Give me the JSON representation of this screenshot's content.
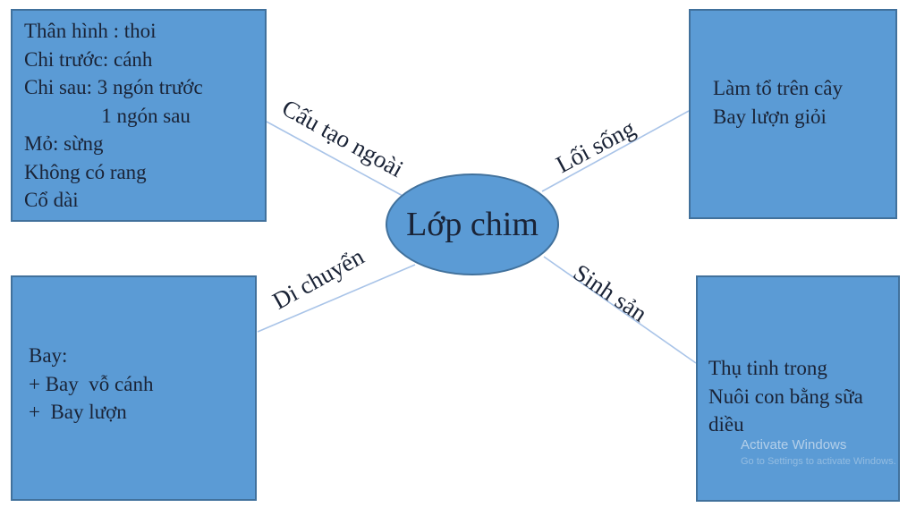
{
  "diagram": {
    "center_label": "Lớp chim",
    "boxes": {
      "cau_tao_ngoai": {
        "text": [
          "Thân hình : thoi",
          "Chi trước: cánh",
          "Chi sau: 3 ngón trước",
          "               1 ngón sau",
          "Mỏ: sừng",
          "Không có rang",
          "Cổ dài"
        ]
      },
      "loi_song": {
        "text": [
          "Làm tổ trên cây",
          "Bay lượn giỏi"
        ]
      },
      "di_chuyen": {
        "text": [
          "Bay:",
          "+ Bay  vỗ cánh",
          "+  Bay lượn"
        ]
      },
      "sinh_san": {
        "text": [
          "Thụ tinh trong",
          "Nuôi con bằng sữa",
          "diều"
        ]
      }
    },
    "edge_labels": {
      "top_left": "Cấu tạo ngoài",
      "top_right": "Lối sống",
      "bottom_left": "Di chuyển",
      "bottom_right": "Sinh sản"
    },
    "colors": {
      "node_fill": "#5b9bd5",
      "node_border": "#41719c",
      "connector": "#a9c4e8",
      "text": "#1a2336"
    }
  },
  "watermark": {
    "line1": "Activate Windows",
    "line2": "Go to Settings to activate Windows."
  }
}
